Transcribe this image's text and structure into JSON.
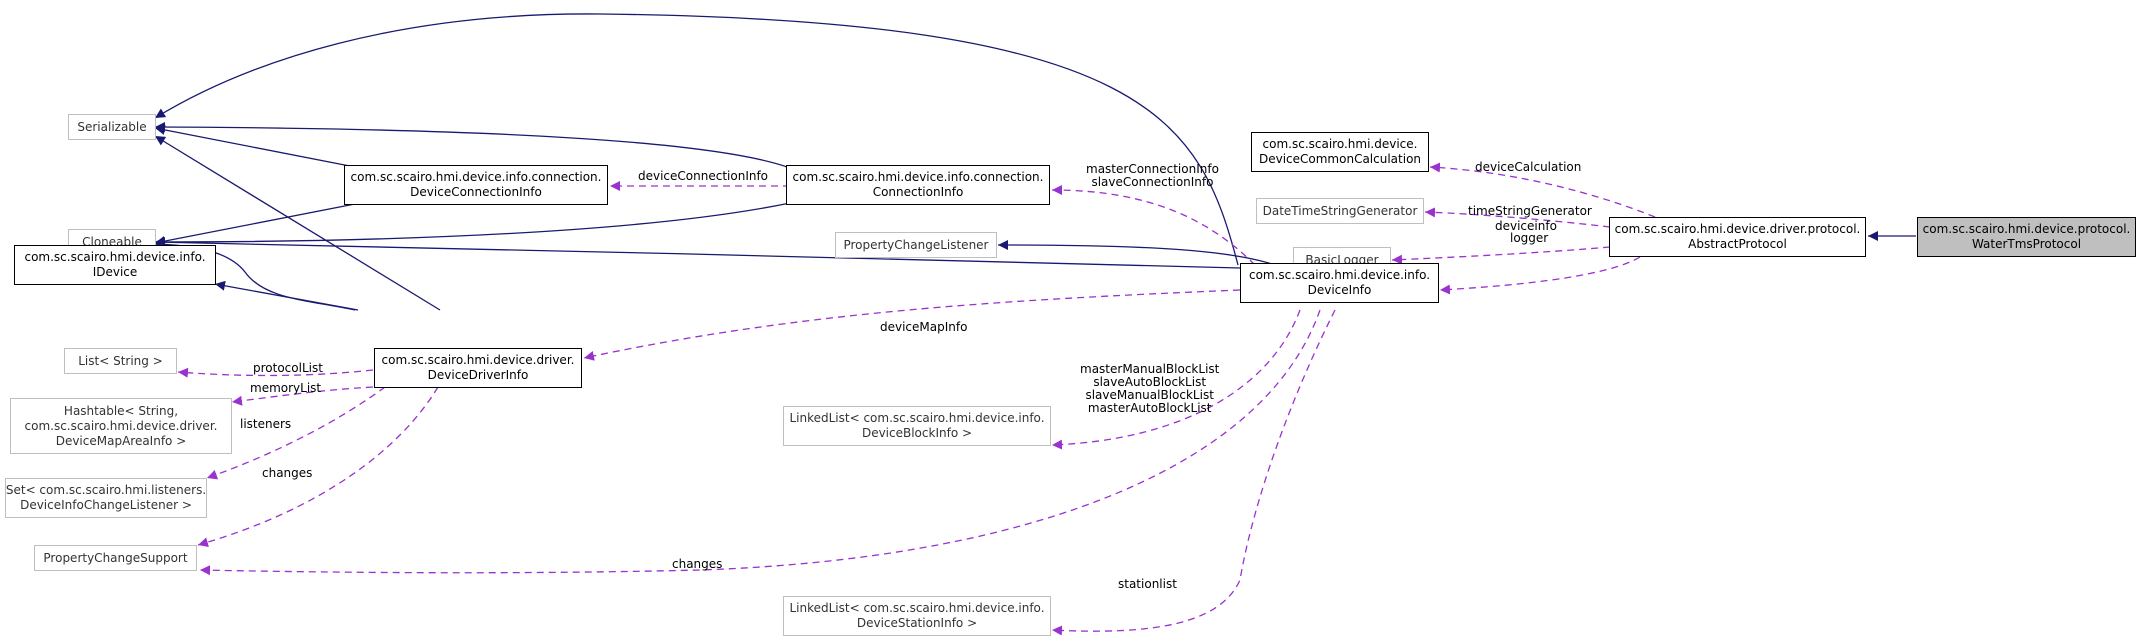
{
  "colors": {
    "inheritance": "#191970",
    "usage": "#9a32cd",
    "focus_fill": "#bfbfbf",
    "grey_border": "#bfbfbf"
  },
  "nodes": {
    "serializable": "Serializable",
    "cloneable": "Cloneable",
    "idevice": "com.sc.scairo.hmi.device.info.\nIDevice",
    "list_string": "List< String >",
    "hashtable": "Hashtable< String,\ncom.sc.scairo.hmi.device.driver.\nDeviceMapAreaInfo >",
    "set_listeners": "Set< com.sc.scairo.hmi.listeners.\nDeviceInfoChangeListener >",
    "property_change_support": "PropertyChangeSupport",
    "device_connection_info": "com.sc.scairo.hmi.device.info.connection.\nDeviceConnectionInfo",
    "device_driver_info": "com.sc.scairo.hmi.device.driver.\nDeviceDriverInfo",
    "connection_info": "com.sc.scairo.hmi.device.info.connection.\nConnectionInfo",
    "property_change_listener": "PropertyChangeListener",
    "linkedlist_block": "LinkedList< com.sc.scairo.hmi.device.info.\nDeviceBlockInfo >",
    "linkedlist_station": "LinkedList< com.sc.scairo.hmi.device.info.\nDeviceStationInfo >",
    "device_common_calculation": "com.sc.scairo.hmi.device.\nDeviceCommonCalculation",
    "datetime_string_generator": "DateTimeStringGenerator",
    "basic_logger": "BasicLogger",
    "device_info": "com.sc.scairo.hmi.device.info.\nDeviceInfo",
    "abstract_protocol": "com.sc.scairo.hmi.device.driver.protocol.\nAbstractProtocol",
    "water_tms_protocol": "com.sc.scairo.hmi.device.protocol.\nWaterTmsProtocol"
  },
  "edge_labels": {
    "device_connection_info": "deviceConnectionInfo",
    "master_slave_connection": "masterConnectionInfo\nslaveConnectionInfo",
    "device_calculation": "deviceCalculation",
    "time_string_generator": "timeStringGenerator",
    "logger": "logger",
    "deviceinfo": "deviceinfo",
    "device_map_info": "deviceMapInfo",
    "protocol_list": "protocolList",
    "memory_list": "memoryList",
    "listeners": "listeners",
    "changes_driver": "changes",
    "block_lists": "masterManualBlockList\nslaveAutoBlockList\nslaveManualBlockList\nmasterAutoBlockList",
    "changes_device": "changes",
    "stationlist": "stationlist"
  }
}
